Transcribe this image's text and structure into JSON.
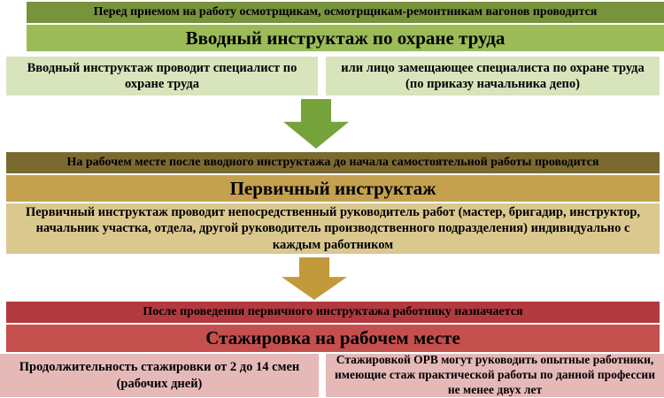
{
  "colors": {
    "green_header": "#77933C",
    "green_title": "#9BBB59",
    "green_light": "#D7E4BC",
    "green_arrow": "#76A23C",
    "tan_header": "#7B6A30",
    "tan_title": "#C3A14F",
    "tan_light": "#DAC88F",
    "tan_arrow": "#C2993B",
    "red_header": "#B23A3F",
    "red_title": "#C4504E",
    "red_light": "#E5B9B7",
    "text": "#000000"
  },
  "blocks": [
    {
      "name": "vvodnyy-instruktazh",
      "header": "Перед приемом на работу осмотрщикам, осмотрщикам-ремонтникам вагонов  проводится",
      "title": "Вводный инструктаж по охране труда",
      "columns": [
        "Вводный инструктаж проводит специалист по охране труда",
        "или лицо замещающее специалиста по охране труда (по приказу начальника депо)"
      ]
    },
    {
      "name": "pervichnyy-instruktazh",
      "header": "На рабочем месте после вводного инструктажа до начала самостоятельной работы проводится",
      "title": "Первичный инструктаж",
      "body": "Первичный инструктаж проводит непосредственный руководитель работ (мастер, бригадир, инструктор, начальник участка, отдела, другой руководитель производственного подразделения) индивидуально с каждым работником"
    },
    {
      "name": "stazhirovka",
      "header": "После проведения первичного инструктажа работнику назначается",
      "title": "Стажировка на рабочем месте",
      "columns": [
        "Продолжительность стажировки от 2 до 14 смен (рабочих дней)",
        "Стажировкой ОРВ могут руководить опытные работники, имеющие стаж практической работы по данной профессии не менее двух лет"
      ]
    }
  ]
}
